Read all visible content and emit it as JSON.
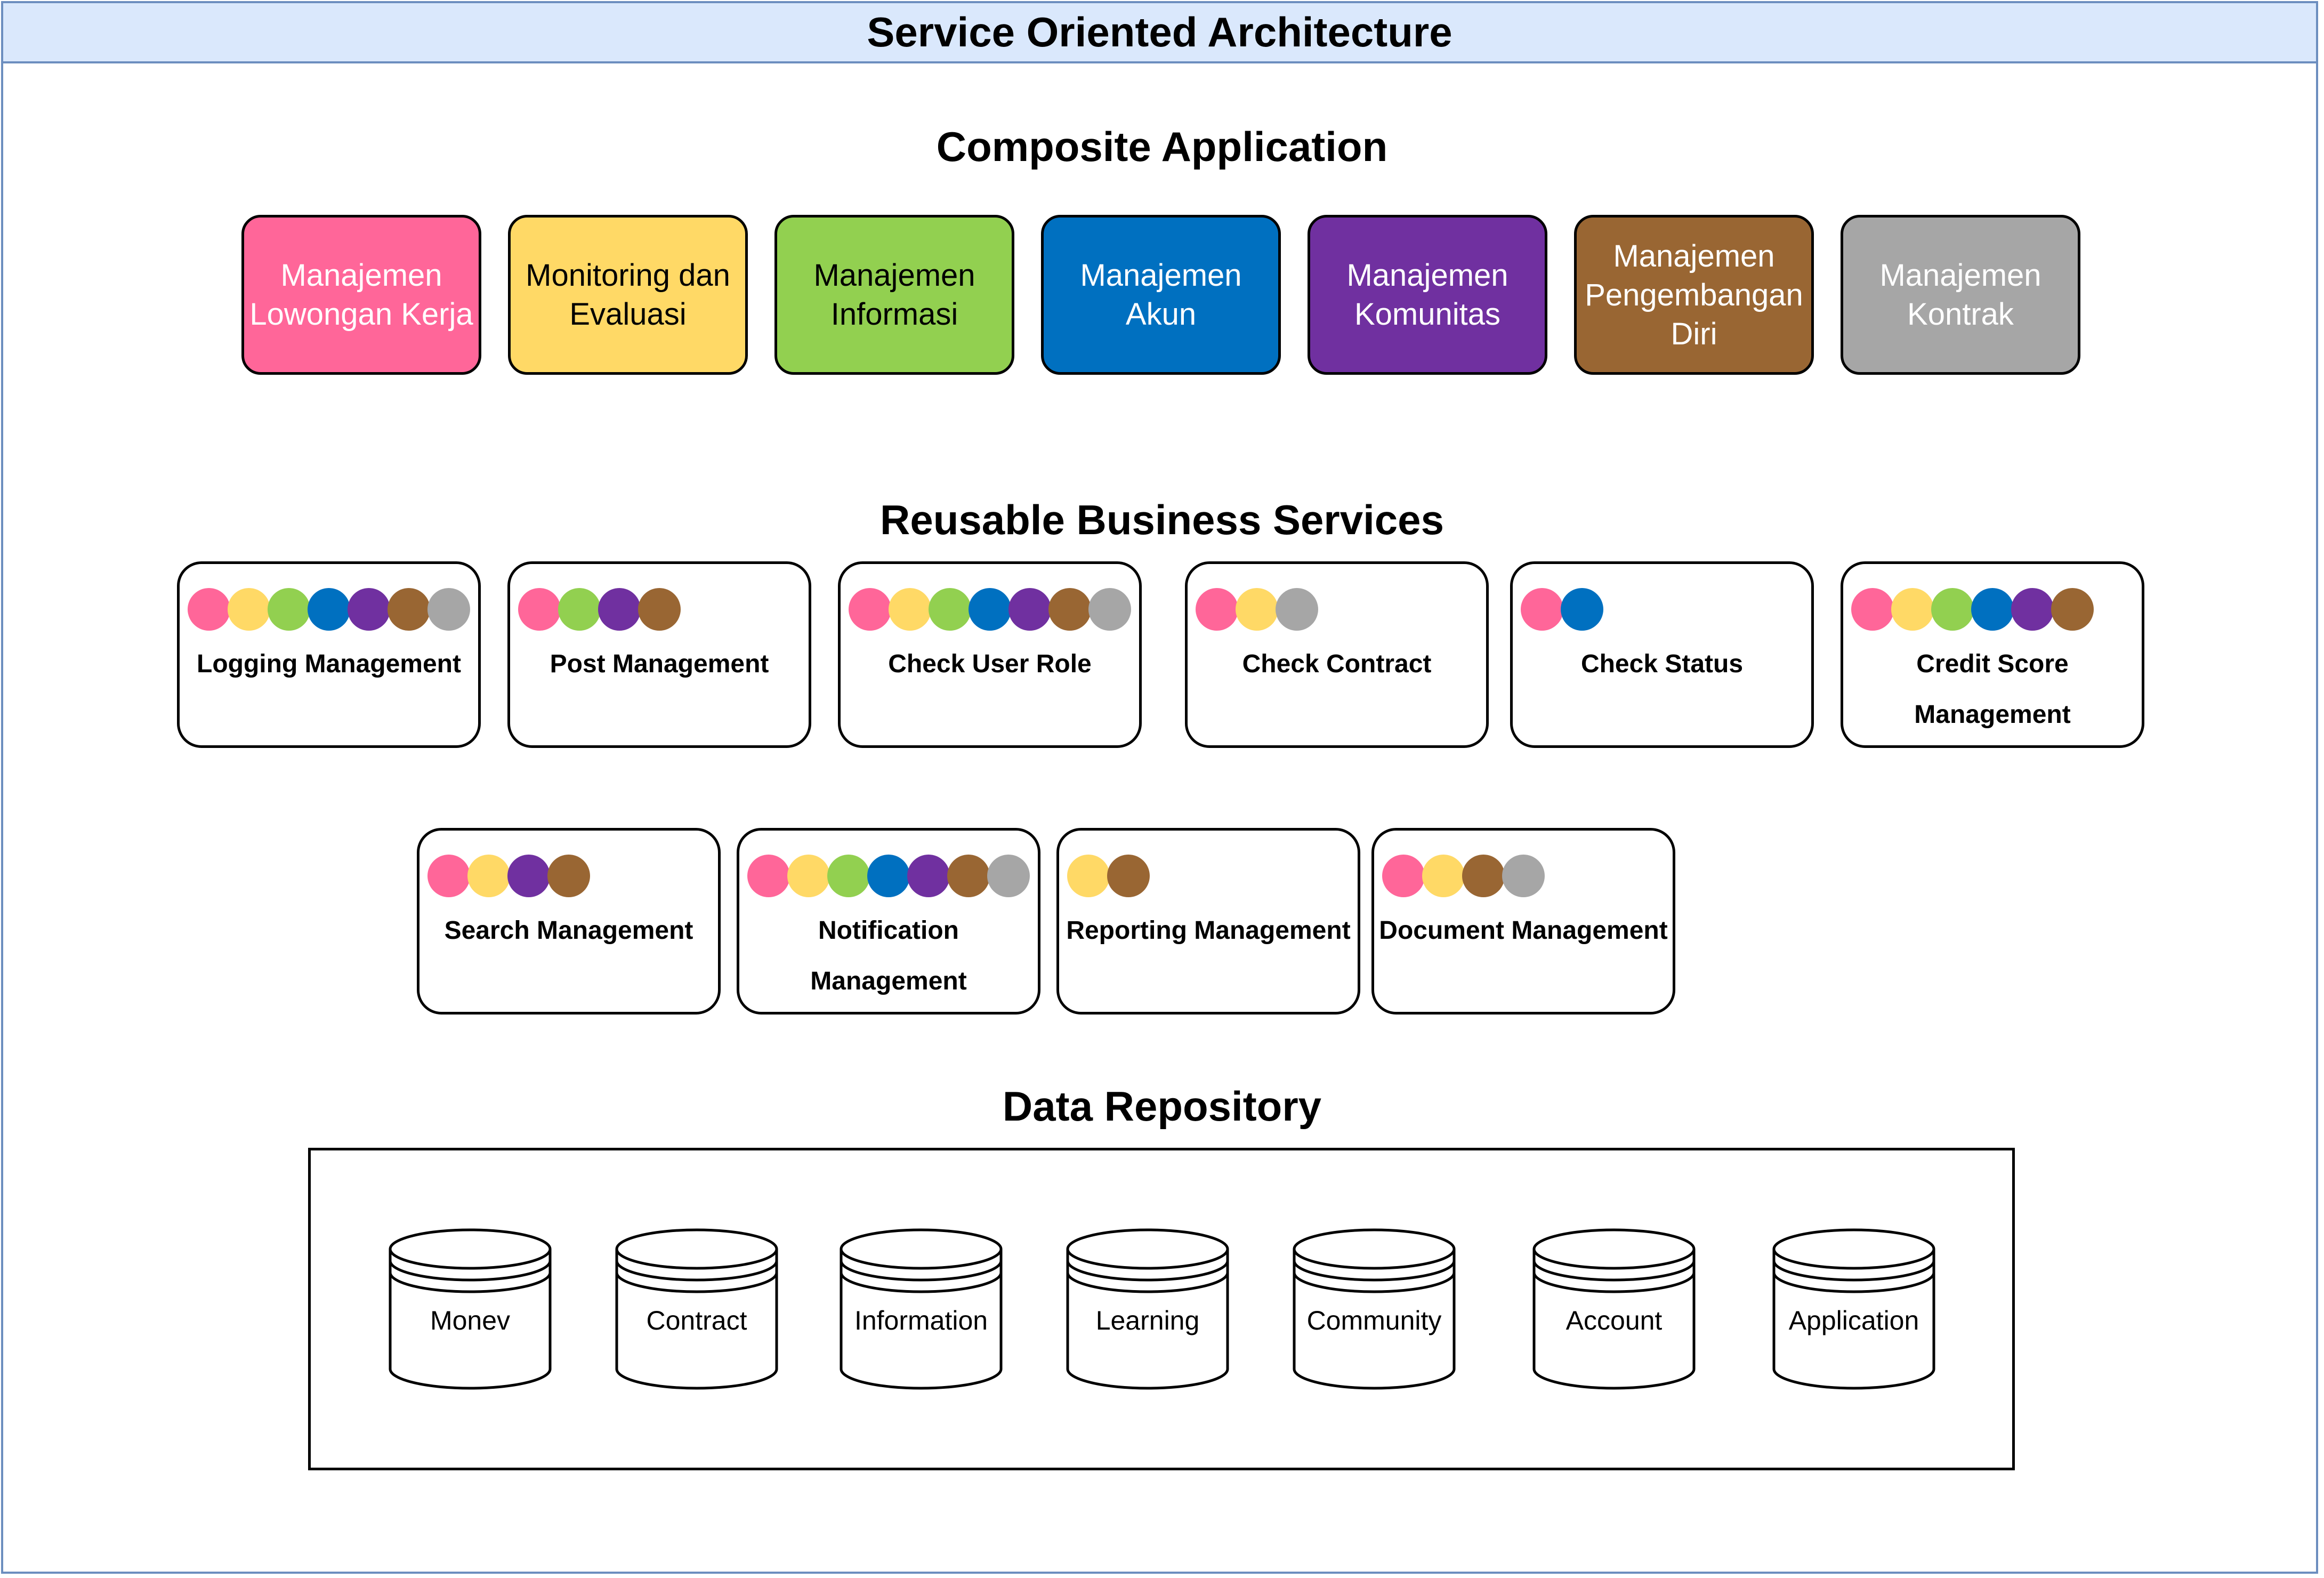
{
  "title": "Service Oriented Architecture",
  "sections": {
    "composite": "Composite Application",
    "services": "Reusable Business Services",
    "repository": "Data Repository"
  },
  "colors": {
    "pink": "#ff6699",
    "yellow": "#ffd966",
    "green": "#92d050",
    "blue": "#0070c0",
    "purple": "#7030a0",
    "brown": "#996633",
    "gray": "#a6a6a6"
  },
  "applications": [
    {
      "label": "Manajemen Lowongan Kerja",
      "color": "pink",
      "text_color": "#ffffff"
    },
    {
      "label": "Monitoring dan Evaluasi",
      "color": "yellow",
      "text_color": "#000000"
    },
    {
      "label": "Manajemen Informasi",
      "color": "green",
      "text_color": "#000000"
    },
    {
      "label": "Manajemen Akun",
      "color": "blue",
      "text_color": "#ffffff"
    },
    {
      "label": "Manajemen Komunitas",
      "color": "purple",
      "text_color": "#ffffff"
    },
    {
      "label": "Manajemen Pengembangan Diri",
      "color": "brown",
      "text_color": "#ffffff"
    },
    {
      "label": "Manajemen Kontrak",
      "color": "gray",
      "text_color": "#ffffff"
    }
  ],
  "services": [
    {
      "label": "Logging Management",
      "colors": [
        "pink",
        "yellow",
        "green",
        "blue",
        "purple",
        "brown",
        "gray"
      ]
    },
    {
      "label": "Post Management",
      "colors": [
        "pink",
        "green",
        "purple",
        "brown"
      ]
    },
    {
      "label": "Check User Role",
      "colors": [
        "pink",
        "yellow",
        "green",
        "blue",
        "purple",
        "brown",
        "gray"
      ]
    },
    {
      "label": "Check Contract",
      "colors": [
        "pink",
        "yellow",
        "gray"
      ]
    },
    {
      "label": "Check Status",
      "colors": [
        "pink",
        "blue"
      ]
    },
    {
      "label": "Credit Score Management",
      "colors": [
        "pink",
        "yellow",
        "green",
        "blue",
        "purple",
        "brown"
      ]
    },
    {
      "label": "Search Management",
      "colors": [
        "pink",
        "yellow",
        "purple",
        "brown"
      ]
    },
    {
      "label": "Notification Management",
      "colors": [
        "pink",
        "yellow",
        "green",
        "blue",
        "purple",
        "brown",
        "gray"
      ]
    },
    {
      "label": "Reporting Management",
      "colors": [
        "yellow",
        "brown"
      ]
    },
    {
      "label": "Document Management",
      "colors": [
        "pink",
        "yellow",
        "brown",
        "gray"
      ]
    }
  ],
  "databases": [
    "Monev",
    "Contract",
    "Information",
    "Learning",
    "Community",
    "Account",
    "Application"
  ]
}
